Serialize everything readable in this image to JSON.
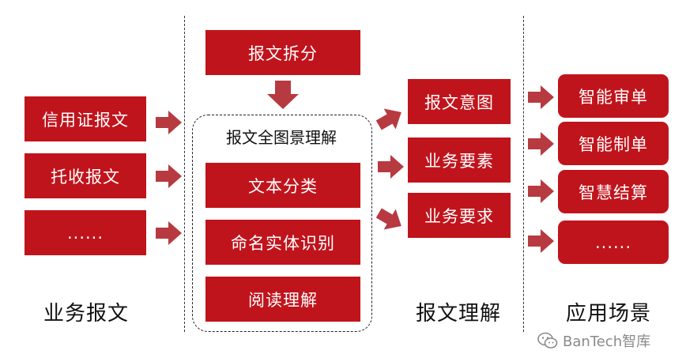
{
  "columns": {
    "messages": {
      "label": "业务报文",
      "items": [
        "信用证报文",
        "托收报文",
        "......"
      ]
    },
    "understanding_process": {
      "split_label": "报文拆分",
      "group_title": "报文全图景理解",
      "items": [
        "文本分类",
        "命名实体识别",
        "阅读理解"
      ]
    },
    "outputs": {
      "label": "报文理解",
      "items": [
        "报文意图",
        "业务要素",
        "业务要求"
      ]
    },
    "scenarios": {
      "label": "应用场景",
      "items": [
        "智能审单",
        "智能制单",
        "智慧结算",
        "......"
      ]
    }
  },
  "watermark": {
    "text": "BanTech智库",
    "icon": "wechat-icon"
  },
  "colors": {
    "accent": "#c0141c",
    "arrow": "#b73a40"
  }
}
